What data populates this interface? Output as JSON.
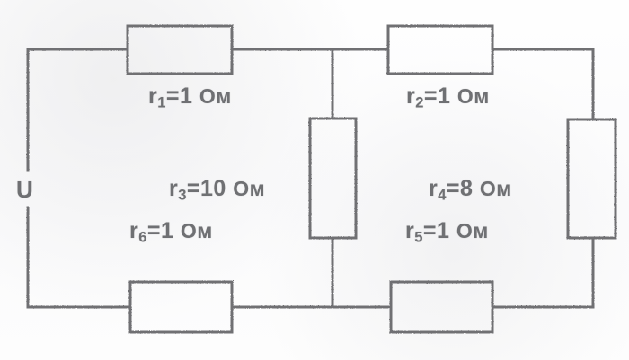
{
  "diagram": {
    "type": "electrical-circuit",
    "title": "",
    "source_label": {
      "symbol": "U",
      "name": "voltage-source"
    },
    "unit_text": "Ом",
    "components": [
      {
        "id": "r1",
        "symbol": "r",
        "subscript": "1",
        "equals": "=",
        "value": "1",
        "unit": "Ом",
        "full_label": "r1=1 Ом",
        "orientation": "horizontal",
        "position": "top-left"
      },
      {
        "id": "r2",
        "symbol": "r",
        "subscript": "2",
        "equals": "=",
        "value": "1",
        "unit": "Ом",
        "full_label": "r2=1 Ом",
        "orientation": "horizontal",
        "position": "top-right"
      },
      {
        "id": "r3",
        "symbol": "r",
        "subscript": "3",
        "equals": "=",
        "value": "10",
        "unit": "Ом",
        "full_label": "r3=10 Ом",
        "orientation": "vertical",
        "position": "middle-center"
      },
      {
        "id": "r4",
        "symbol": "r",
        "subscript": "4",
        "equals": "=",
        "value": "8",
        "unit": "Ом",
        "full_label": "r4=8 Ом",
        "orientation": "vertical",
        "position": "middle-right"
      },
      {
        "id": "r5",
        "symbol": "r",
        "subscript": "5",
        "equals": "=",
        "value": "1",
        "unit": "Ом",
        "full_label": "r5=1 Ом",
        "orientation": "horizontal",
        "position": "bottom-right"
      },
      {
        "id": "r6",
        "symbol": "r",
        "subscript": "6",
        "equals": "=",
        "value": "1",
        "unit": "Ом",
        "full_label": "r6=1 Ом",
        "orientation": "horizontal",
        "position": "bottom-left"
      }
    ],
    "colors": {
      "ink": "#6f7073",
      "ink_dark": "#5d5e62",
      "paper": "#fdfdfd"
    }
  }
}
